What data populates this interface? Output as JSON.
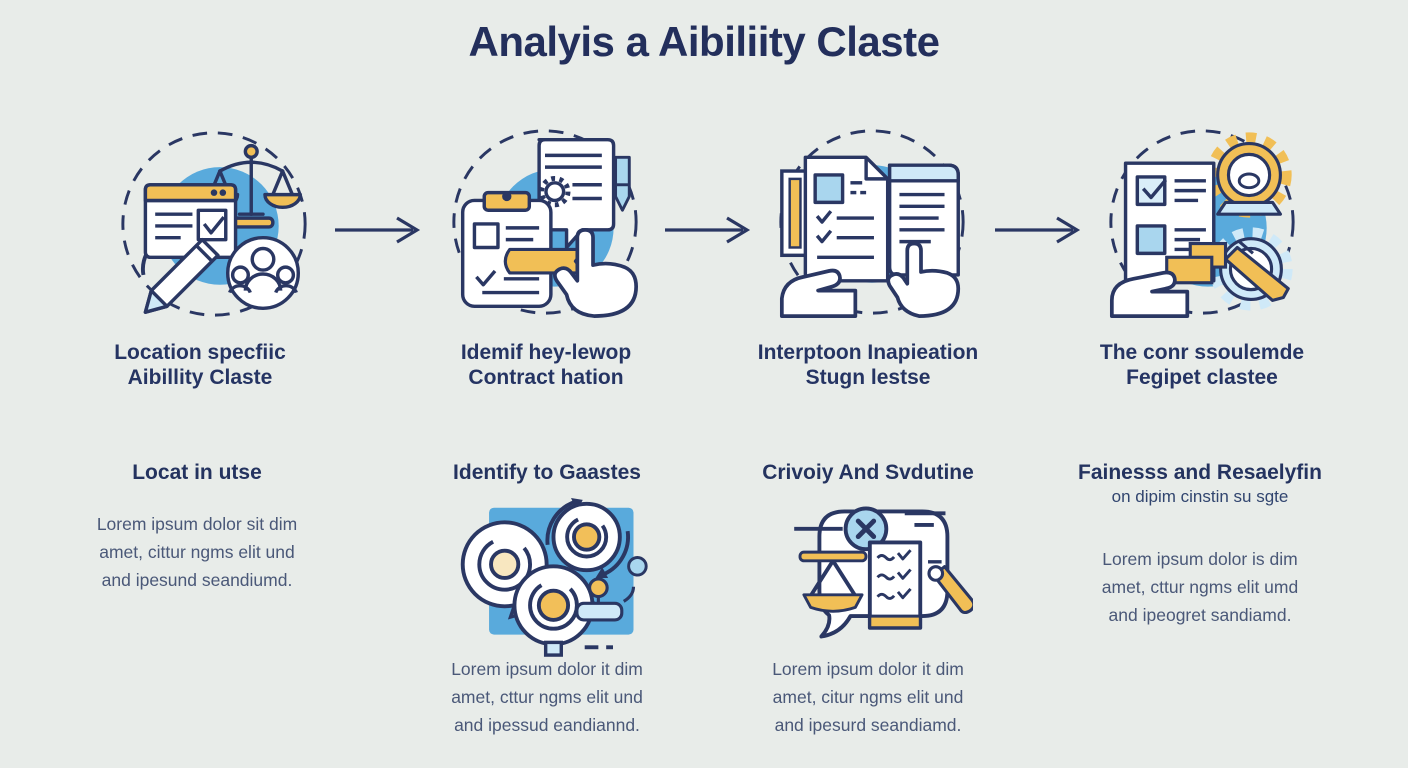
{
  "title": "Analyis a Aibiliity Claste",
  "colors": {
    "background": "#e8ece9",
    "navy": "#2a3763",
    "title_navy": "#232f5c",
    "body_text": "#4a5878",
    "blue": "#59aadc",
    "light_blue": "#a9d6ee",
    "pale_blue": "#cfe9f8",
    "yellow": "#f1bf56",
    "pale_yellow": "#f8e7c0"
  },
  "steps": [
    {
      "icon": "scales-browser-people-icon",
      "label_line1": "Location specfiic",
      "label_line2": "Aibillity Claste"
    },
    {
      "icon": "clipboard-document-hand-icon",
      "label_line1": "Idemif hey-lewop",
      "label_line2": "Contract hation"
    },
    {
      "icon": "documents-review-hands-icon",
      "label_line1": "Interptoon Inapieation",
      "label_line2": "Stugn lestse"
    },
    {
      "icon": "checklist-gears-hand-icon",
      "label_line1": "The conr ssoulemde",
      "label_line2": "Fegipet clastee"
    }
  ],
  "details": [
    {
      "heading": "Locat in utse",
      "body_lines": [
        "Lorem ipsum dolor sit dim",
        "amet, cittur ngms elit und",
        "and ipesund seandiumd."
      ]
    },
    {
      "heading": "Identify to Gaastes",
      "icon": "cycle-targets-stamp-icon",
      "body_lines": [
        "Lorem ipsum dolor it dim",
        "amet, cttur ngms elit und",
        "and ipessud eandiannd."
      ]
    },
    {
      "heading": "Crivoiy And Svdutine",
      "icon": "scale-checklist-review-icon",
      "body_lines": [
        "Lorem ipsum dolor it dim",
        "amet, citur ngms elit und",
        "and ipesurd seandiamd."
      ]
    },
    {
      "heading": "Fainesss and Resaelyfin",
      "subheading": "on dipim cinstin su sgte",
      "body_lines": [
        "Lorem ipsum dolor is dim",
        "amet, cttur ngms elit umd",
        "and ipeogret sandiamd."
      ]
    }
  ]
}
